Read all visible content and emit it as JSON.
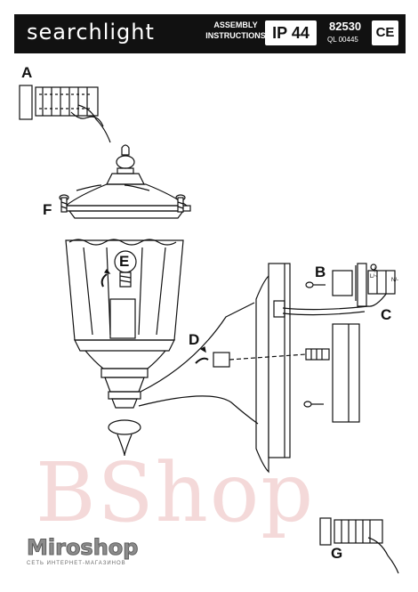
{
  "header": {
    "brand": "searchlight",
    "doc_type_line1": "ASSEMBLY",
    "doc_type_line2": "INSTRUCTIONS",
    "rating": "IP 44",
    "product_code": "82530",
    "ql_code": "QL 00445",
    "certification": "CE"
  },
  "step_labels": {
    "a": "A",
    "b": "B",
    "c": "C",
    "d": "D",
    "e": "E",
    "f": "F",
    "g": "G"
  },
  "terminal_labels": {
    "earth": "⏚",
    "live": "L/~",
    "neutral": "N/-"
  },
  "watermark": {
    "text": "BShop",
    "logo": "Miroshop",
    "tagline": "СЕТЬ ИНТЕРНЕТ-МАГАЗИНОВ"
  },
  "colors": {
    "header_bg": "#111111",
    "line": "#111111",
    "watermark": "#d67878"
  }
}
